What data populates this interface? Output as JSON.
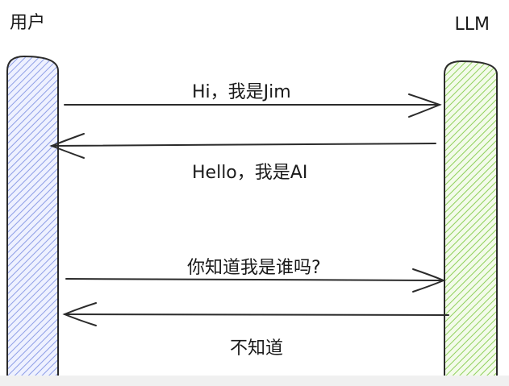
{
  "actors": {
    "user": "用户",
    "llm": "LLM"
  },
  "messages": [
    {
      "text": "Hi，我是Jim"
    },
    {
      "text": "Hello，我是AI"
    },
    {
      "text": "你知道我是谁吗?"
    },
    {
      "text": "不知道"
    }
  ],
  "colors": {
    "user_lifeline": "#9aa8e8",
    "llm_lifeline": "#8fd05a",
    "arrow": "#2b2b2b"
  }
}
